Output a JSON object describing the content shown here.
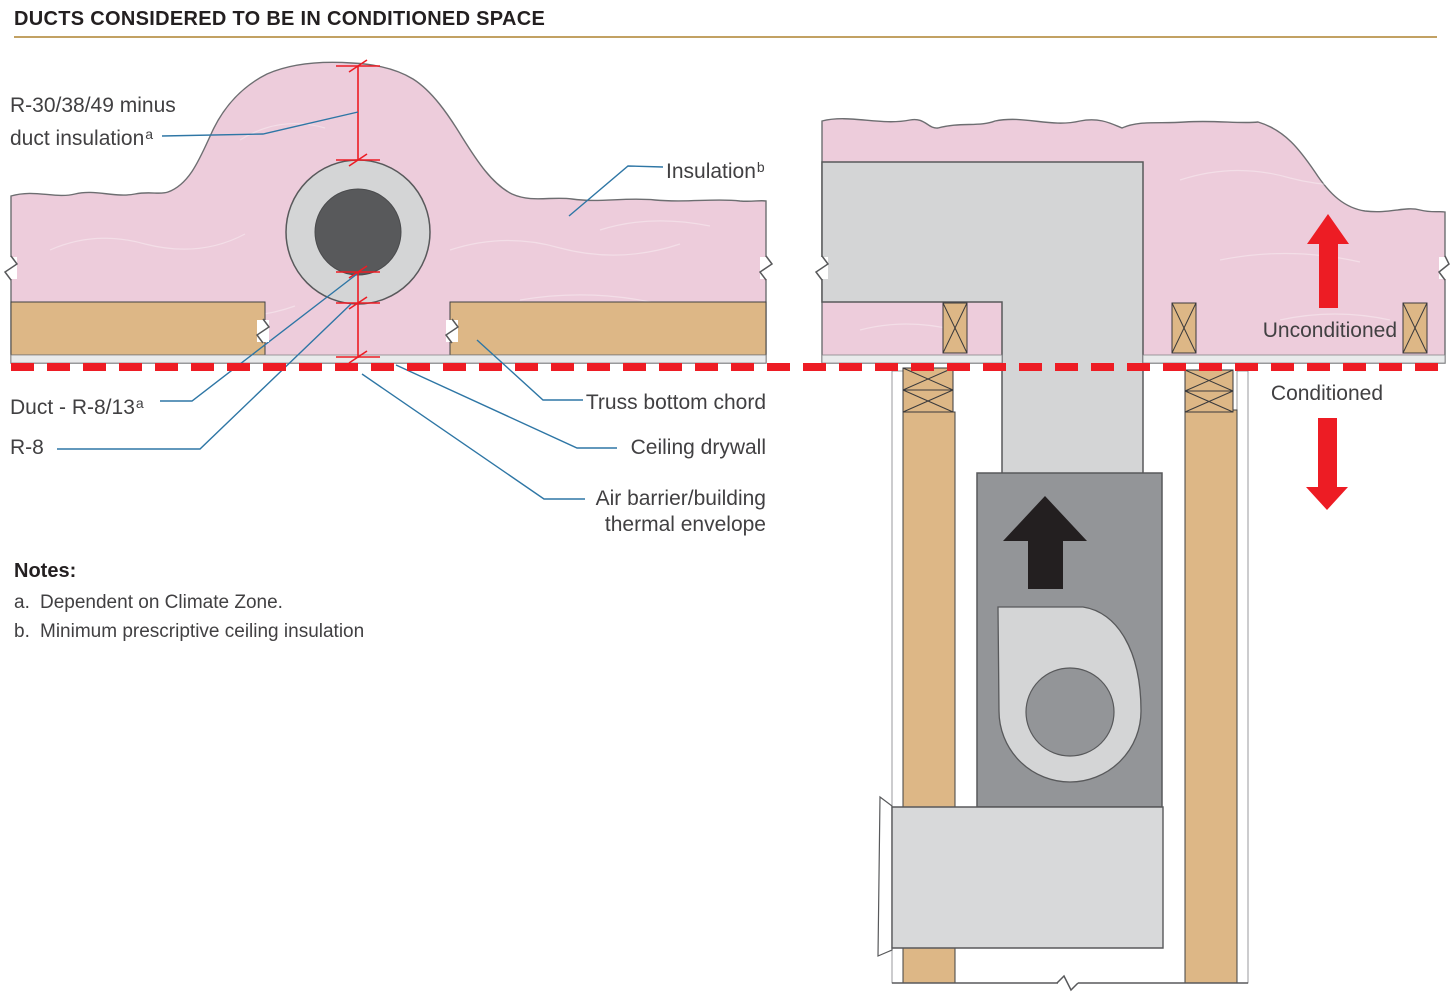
{
  "title": "DUCTS CONSIDERED TO BE IN CONDITIONED SPACE",
  "labels": {
    "r30_line1": "R-30/38/49 minus",
    "r30_line2": "duct insulation",
    "r30_sup": "a",
    "insulation": "Insulation",
    "insulation_sup": "b",
    "duct": "Duct - R-8/13",
    "duct_sup": "a",
    "r8": "R-8",
    "truss": "Truss bottom chord",
    "ceiling": "Ceiling drywall",
    "air_barrier_line1": "Air barrier/building",
    "air_barrier_line2": "thermal envelope",
    "unconditioned": "Unconditioned",
    "conditioned": "Conditioned"
  },
  "notes": {
    "heading": "Notes:",
    "items": [
      {
        "prefix": "a.",
        "text": "Dependent on Climate Zone."
      },
      {
        "prefix": "b.",
        "text": "Minimum prescriptive ceiling insulation"
      }
    ]
  },
  "colors": {
    "title_text": "#231f20",
    "rule_gold": "#c2a163",
    "insulation_pink": "#edccdb",
    "wood_tan": "#ddb786",
    "duct_gray": "#d4d5d6",
    "unit_gray": "#939598",
    "duct_dark": "#58595b",
    "drywall": "#e9eaeb",
    "barrier_red": "#ed1c24",
    "leader_blue": "#2e76a5",
    "label_text": "#414042",
    "outline": "#6d6e71",
    "arrow_black": "#231f20"
  }
}
